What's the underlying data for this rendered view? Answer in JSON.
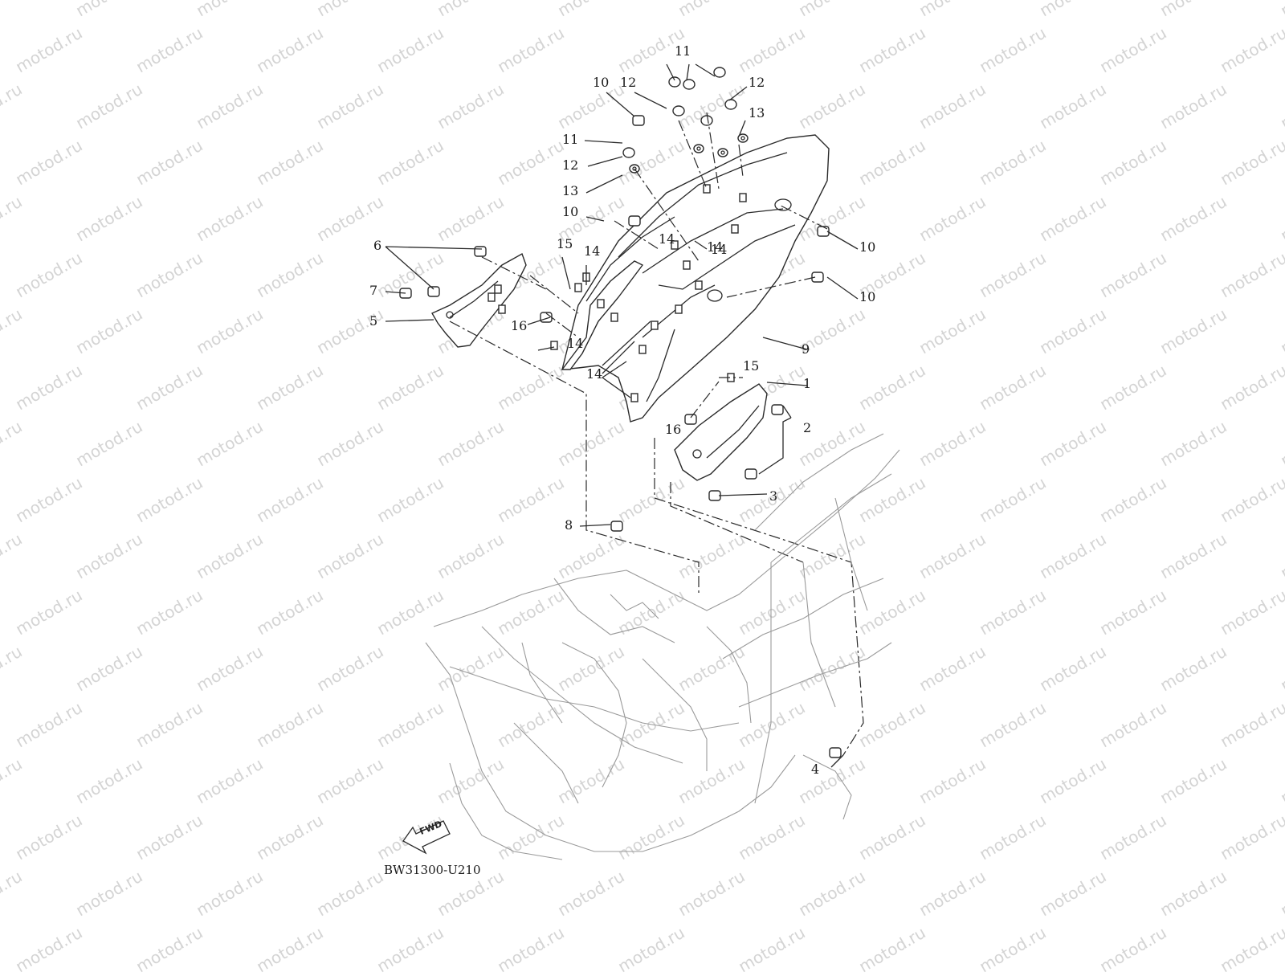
{
  "watermark": "motod.ru",
  "drawing_code": "BW31300-U210",
  "fwd_label": "FWD",
  "callouts": [
    "1",
    "2",
    "3",
    "4",
    "5",
    "6",
    "7",
    "8",
    "9",
    "10",
    "10",
    "10",
    "10",
    "11",
    "11",
    "12",
    "12",
    "12",
    "13",
    "13",
    "14",
    "14",
    "14",
    "14",
    "14",
    "14",
    "15",
    "15",
    "16",
    "16"
  ],
  "colors": {
    "line": "#2a2a2a",
    "watermark": "#d4d4d4",
    "background": "#ffffff"
  },
  "icons": [
    "fwd-arrow-icon"
  ]
}
